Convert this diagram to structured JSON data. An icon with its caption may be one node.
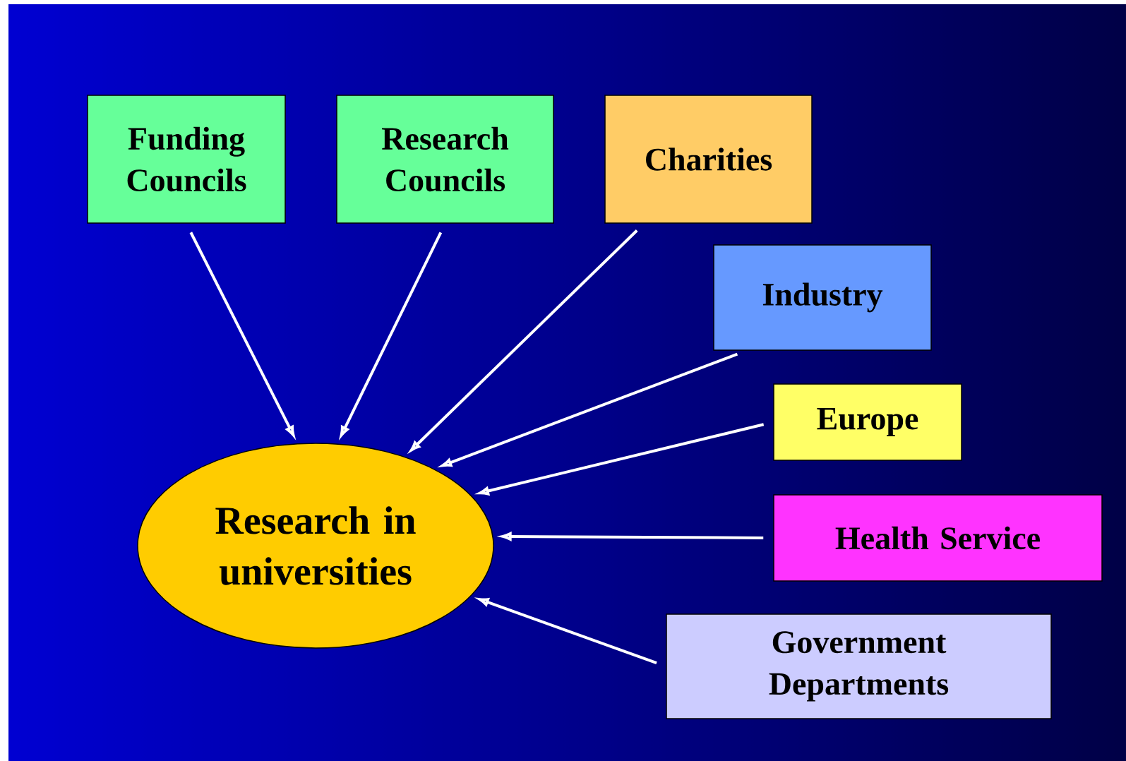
{
  "diagram": {
    "nodes": [
      {
        "text": [
          "Funding Councils"
        ]
      },
      {
        "text": [
          "Research Councils"
        ]
      },
      {
        "text": [
          "Charities"
        ]
      },
      {
        "text": [
          "Industry"
        ]
      },
      {
        "text": [
          "Europe"
        ]
      },
      {
        "text": [
          "Health Service"
        ]
      },
      {
        "text": [
          "Government Departments"
        ]
      },
      {
        "text": [
          "Research in universities"
        ]
      }
    ],
    "edges": [
      {
        "from": 0,
        "to": 7,
        "arrow": "to"
      },
      {
        "from": 1,
        "to": 7,
        "arrow": "to"
      },
      {
        "from": 2,
        "to": 7,
        "arrow": "to"
      },
      {
        "from": 3,
        "to": 7,
        "arrow": "to"
      },
      {
        "from": 4,
        "to": 7,
        "arrow": "to"
      },
      {
        "from": 5,
        "to": 7,
        "arrow": "to"
      },
      {
        "from": 6,
        "to": 7,
        "arrow": "to"
      }
    ]
  }
}
